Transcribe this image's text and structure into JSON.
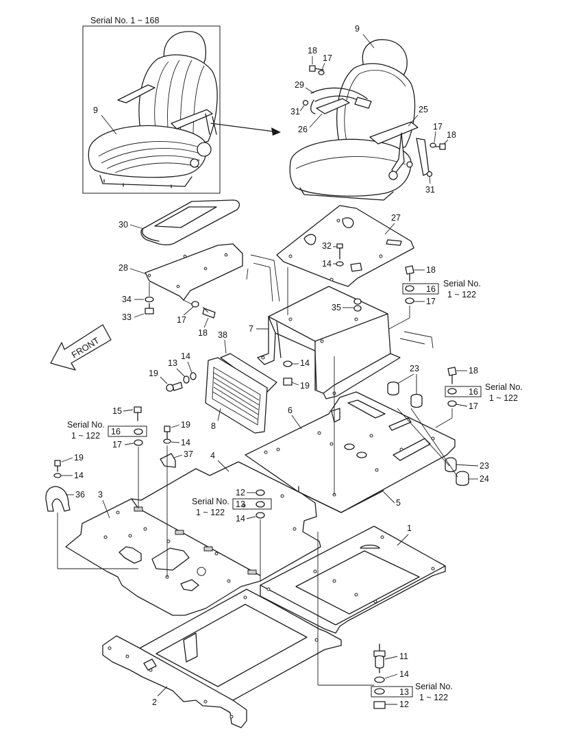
{
  "serial_labels": {
    "inset_title": "Serial No. 1 ~ 168",
    "s_16_right_a1": "Serial No.",
    "s_16_right_a2": "1 ~ 122",
    "s_16_right_b1": "Serial No.",
    "s_16_right_b2": "1 ~ 122",
    "s_16_left1": "Serial No.",
    "s_16_left2": "1 ~ 122",
    "s_13_mid1": "Serial No.",
    "s_13_mid2": "1 ~ 122",
    "s_13_bottom1": "Serial No.",
    "s_13_bottom2": "1 ~ 122"
  },
  "front_label": "FRONT",
  "callouts": [
    {
      "id": "c9a",
      "text": "9"
    },
    {
      "id": "c9b",
      "text": "9"
    },
    {
      "id": "c18a",
      "text": "18"
    },
    {
      "id": "c17a",
      "text": "17"
    },
    {
      "id": "c29",
      "text": "29"
    },
    {
      "id": "c31a",
      "text": "31"
    },
    {
      "id": "c26",
      "text": "26"
    },
    {
      "id": "c25",
      "text": "25"
    },
    {
      "id": "c17b",
      "text": "17"
    },
    {
      "id": "c18b",
      "text": "18"
    },
    {
      "id": "c31b",
      "text": "31"
    },
    {
      "id": "c30",
      "text": "30"
    },
    {
      "id": "c27",
      "text": "27"
    },
    {
      "id": "c32",
      "text": "32"
    },
    {
      "id": "c14a",
      "text": "14"
    },
    {
      "id": "c28",
      "text": "28"
    },
    {
      "id": "c18c",
      "text": "18"
    },
    {
      "id": "c16a",
      "text": "16"
    },
    {
      "id": "c17c",
      "text": "17"
    },
    {
      "id": "c34",
      "text": "34"
    },
    {
      "id": "c33",
      "text": "33"
    },
    {
      "id": "c17d",
      "text": "17"
    },
    {
      "id": "c18d",
      "text": "18"
    },
    {
      "id": "c35",
      "text": "35"
    },
    {
      "id": "c7",
      "text": "7"
    },
    {
      "id": "c38",
      "text": "38"
    },
    {
      "id": "c13a",
      "text": "13"
    },
    {
      "id": "c14b",
      "text": "14"
    },
    {
      "id": "c19a",
      "text": "19"
    },
    {
      "id": "c14c",
      "text": "14"
    },
    {
      "id": "c19b",
      "text": "19"
    },
    {
      "id": "c23a",
      "text": "23"
    },
    {
      "id": "c18e",
      "text": "18"
    },
    {
      "id": "c16b",
      "text": "16"
    },
    {
      "id": "c17e",
      "text": "17"
    },
    {
      "id": "c15",
      "text": "15"
    },
    {
      "id": "c8",
      "text": "8"
    },
    {
      "id": "c6",
      "text": "6"
    },
    {
      "id": "c16c",
      "text": "16"
    },
    {
      "id": "c17f",
      "text": "17"
    },
    {
      "id": "c19c",
      "text": "19"
    },
    {
      "id": "c14d",
      "text": "14"
    },
    {
      "id": "c37",
      "text": "37"
    },
    {
      "id": "c4",
      "text": "4"
    },
    {
      "id": "c19d",
      "text": "19"
    },
    {
      "id": "c14e",
      "text": "14"
    },
    {
      "id": "c23b",
      "text": "23"
    },
    {
      "id": "c24",
      "text": "24"
    },
    {
      "id": "c36",
      "text": "36"
    },
    {
      "id": "c12a",
      "text": "12"
    },
    {
      "id": "c13b",
      "text": "13"
    },
    {
      "id": "c14f",
      "text": "14"
    },
    {
      "id": "c5",
      "text": "5"
    },
    {
      "id": "c3",
      "text": "3"
    },
    {
      "id": "c1",
      "text": "1"
    },
    {
      "id": "c11",
      "text": "11"
    },
    {
      "id": "c14g",
      "text": "14"
    },
    {
      "id": "c13c",
      "text": "13"
    },
    {
      "id": "c12b",
      "text": "12"
    },
    {
      "id": "c2",
      "text": "2"
    }
  ]
}
